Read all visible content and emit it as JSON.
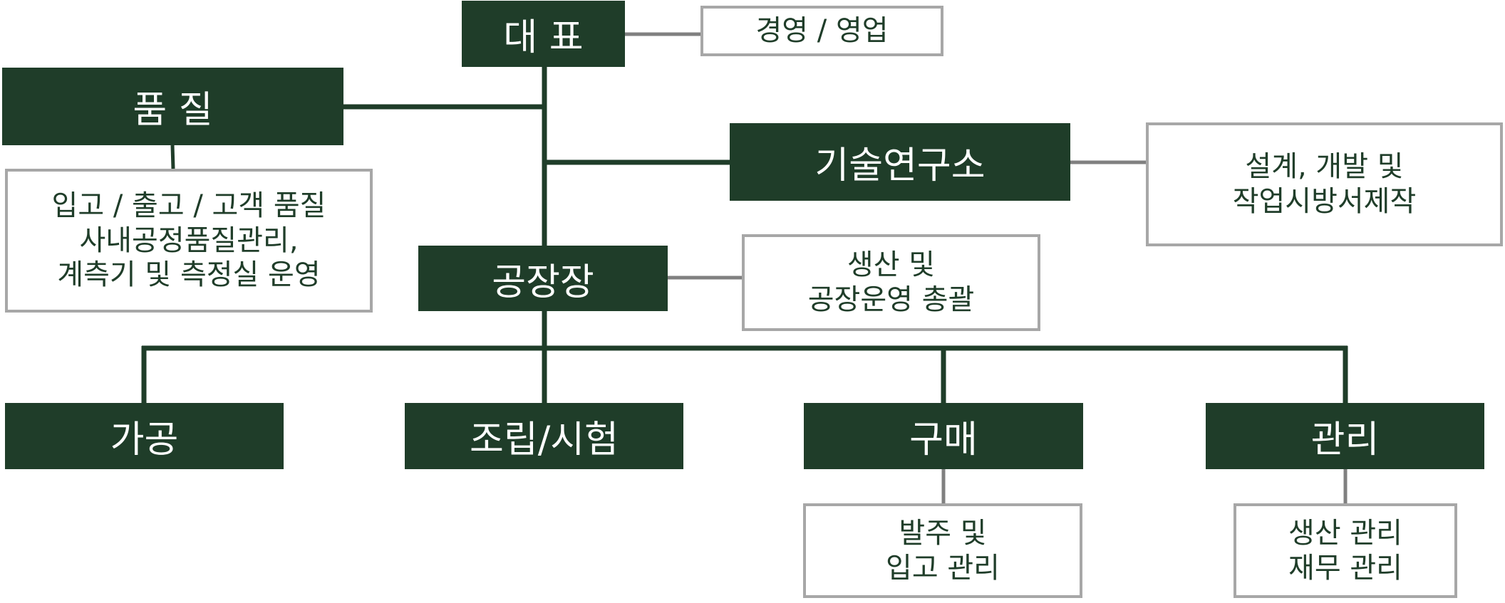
{
  "colors": {
    "box_fill": "#1f3d29",
    "box_text": "#ffffff",
    "desc_text": "#1f3d29",
    "desc_border": "#a7a7a7",
    "main_line": "#1f3d29",
    "side_line": "#808080"
  },
  "nodes": {
    "ceo": {
      "label": "대 표",
      "desc": "경영 / 영업"
    },
    "quality": {
      "label": "품 질",
      "desc": "입고 / 출고 / 고객 품질\n사내공정품질관리,\n계측기 및 측정실 운영"
    },
    "rnd": {
      "label": "기술연구소",
      "desc": "설계, 개발 및\n작업시방서제작"
    },
    "plant": {
      "label": "공장장",
      "desc": "생산 및\n공장운영 총괄"
    },
    "machining": {
      "label": "가공"
    },
    "assembly": {
      "label": "조립/시험"
    },
    "purchasing": {
      "label": "구매",
      "desc": "발주 및\n입고 관리"
    },
    "management": {
      "label": "관리",
      "desc": "생산 관리\n재무 관리"
    }
  }
}
